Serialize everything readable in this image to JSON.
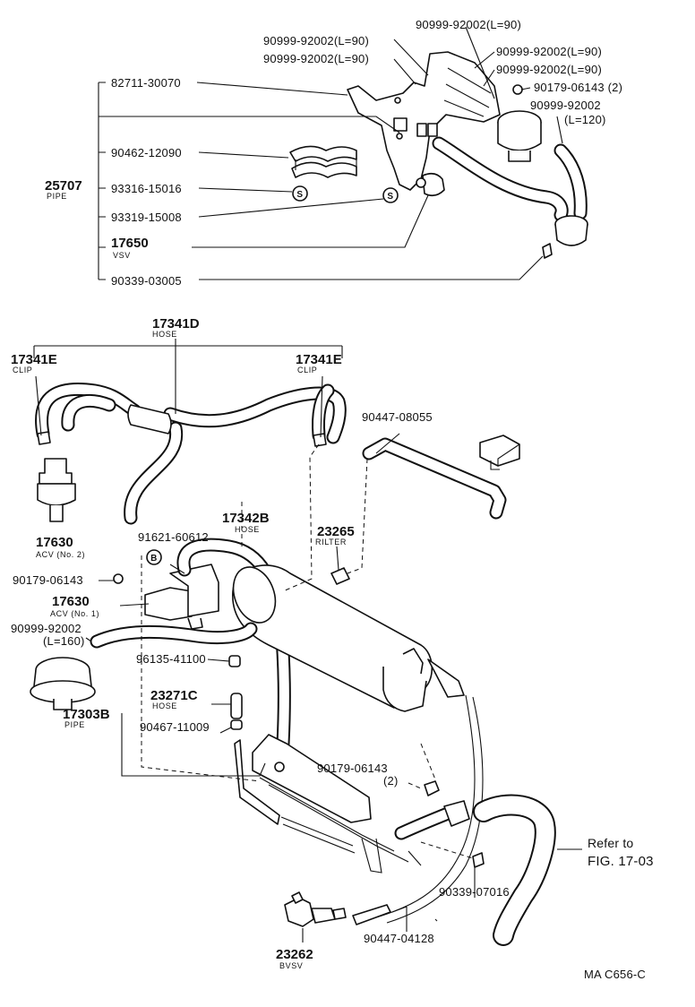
{
  "labels": {
    "p_909992_top": "90999-92002(L=90)",
    "p_909992_a": "90999-92002(L=90)",
    "p_909992_b": "90999-92002(L=90)",
    "p_909992_c": "90999-92002(L=90)",
    "p_909992_d": "90999-92002(L=90)",
    "p_82711": "82711-30070",
    "p_90179_top": "90179-06143 (2)",
    "p_909992_e": "90999-92002",
    "p_909992_e_len": "(L=120)",
    "p_90462": "90462-12090",
    "p_25707": "25707",
    "p_25707_sub": "PIPE",
    "p_93316": "93316-15016",
    "p_93319": "93319-15008",
    "p_17650": "17650",
    "p_17650_sub": "VSV",
    "p_90339_top": "90339-03005",
    "p_17341D": "17341D",
    "p_17341D_sub": "HOSE",
    "p_17341E_l": "17341E",
    "p_17341E_l_sub": "CLIP",
    "p_17341E_r": "17341E",
    "p_17341E_r_sub": "CLIP",
    "p_90447_08055": "90447-08055",
    "p_17630_2": "17630",
    "p_17630_2_sub": "ACV (No. 2)",
    "p_91621": "91621-60612",
    "p_17342B": "17342B",
    "p_17342B_sub": "HOSE",
    "p_23265": "23265",
    "p_23265_sub": "RILTER",
    "p_90179_mid": "90179-06143",
    "p_17630_1": "17630",
    "p_17630_1_sub": "ACV (No. 1)",
    "p_909992_f": "90999-92002",
    "p_909992_f_len": "(L=160)",
    "p_96135": "96135-41100",
    "p_23271C": "23271C",
    "p_23271C_sub": "HOSE",
    "p_17303B": "17303B",
    "p_17303B_sub": "PIPE",
    "p_90467": "90467-11009",
    "p_90179_low": "90179-06143",
    "p_90179_low_qty": "(2)",
    "p_refer": "Refer to",
    "p_refer_fig": "FIG. 17-03",
    "p_90339_low": "90339-07016",
    "p_90447_04128": "90447-04128",
    "p_23262": "23262",
    "p_23262_sub": "BVSV",
    "p_drawing_code": "MA  C656-C"
  },
  "markers": {
    "s": "S",
    "b": "B"
  }
}
